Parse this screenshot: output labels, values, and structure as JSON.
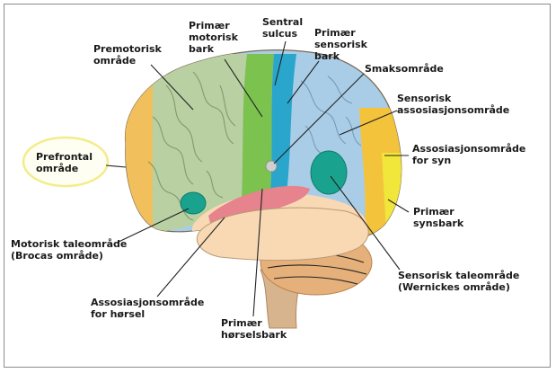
{
  "labels": {
    "premotor": "Premotorisk\nområde",
    "primary_motor": "Primær\nmotorisk\nbark",
    "central_sulcus": "Sentral\nsulcus",
    "primary_sensory": "Primær\nsensorisk\nbark",
    "taste": "Smaksområde",
    "sensory_association": "Sensorisk\nassosiasjonsområde",
    "prefrontal": "Prefrontal\nområde",
    "visual_association": "Assosiasjonsområde\nfor syn",
    "primary_visual": "Primær\nsynsbark",
    "motor_speech": "Motorisk taleområde\n(Brocas område)",
    "sensory_speech": "Sensorisk taleområde\n(Wernickes område)",
    "auditory_association": "Assosiasjonsområde\nfor hørsel",
    "primary_auditory": "Primær\nhørselsbark"
  },
  "colors": {
    "prefrontal": "#f1c05c",
    "premotor": "#b8d0a2",
    "primary_motor": "#7cc24f",
    "primary_sensory": "#2aa6cc",
    "sensory_association": "#a9cde6",
    "visual_association": "#f3c33c",
    "primary_visual": "#f1e63a",
    "temporal": "#f8d9b4",
    "auditory": "#e6838c",
    "speech_areas": "#19a38f",
    "cerebellum": "#e6b07a",
    "brainstem": "#d8b48e",
    "highlight_ellipse": "#f3ec8c"
  }
}
